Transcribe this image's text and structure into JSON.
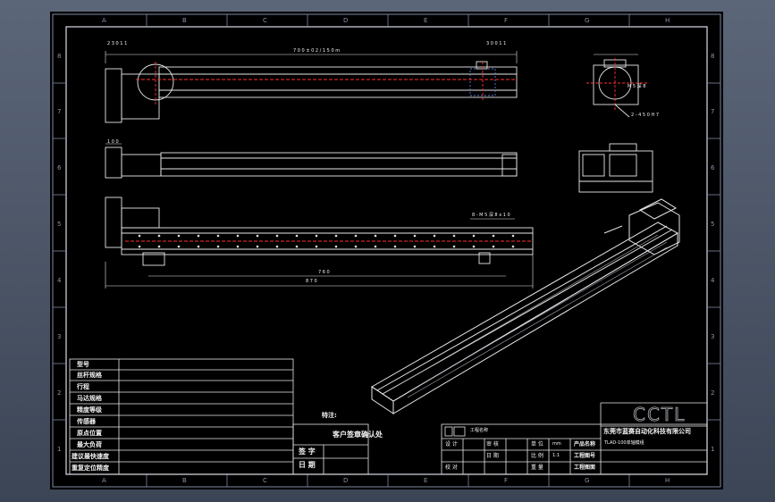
{
  "border": {
    "columns": [
      "A",
      "B",
      "C",
      "D",
      "E",
      "F",
      "G",
      "H"
    ],
    "rows": [
      "8",
      "7",
      "6",
      "5",
      "4",
      "3",
      "2",
      "1"
    ]
  },
  "param_table": [
    {
      "label": "型号",
      "value": ""
    },
    {
      "label": "丝杆规格",
      "value": ""
    },
    {
      "label": "行程",
      "value": ""
    },
    {
      "label": "马达规格",
      "value": ""
    },
    {
      "label": "精度等级",
      "value": ""
    },
    {
      "label": "传感器",
      "value": ""
    },
    {
      "label": "原点位置",
      "value": ""
    },
    {
      "label": "最大负荷",
      "value": ""
    },
    {
      "label": "建议最快速度",
      "value": ""
    },
    {
      "label": "重复定位精度",
      "value": ""
    }
  ],
  "notes_label": "特注:",
  "customer": {
    "title": "客户签章确认处",
    "sign_label": "签 字",
    "date_label": "日 期"
  },
  "title_block": {
    "project_label": "工程名称",
    "design_label": "设 计",
    "check_label": "校 对",
    "review_label": "审 核",
    "date_label": "日 期",
    "unit_label": "单 位",
    "scale_label": "比 例",
    "weight_label": "重 量",
    "unit_value": "mm",
    "scale_value": "1:1",
    "product_name_label": "产品名称",
    "drawing_no_label": "工程图号",
    "drawing_no_label_2": "工程图面",
    "company": "东莞市蓝赛自动化科技有限公司",
    "product_name": "TLAD-100单轴模组",
    "logo": "CCTL"
  },
  "dims": {
    "overall_top": "7 0 0 ± 0 2 / 1 5 0 m",
    "left_dim_top": "2 3 0 1 1",
    "right_dim_top": "3 0 0 1 1",
    "bottom_dim": "8 7 0",
    "bottom_dim_2": "7 6 0",
    "right_note": "8 - M 5 深 8 x 1 0",
    "end_note": "M 5 深 8",
    "end_note_2": "2 - 4 5 0 H 7",
    "side_dim": "1 0 0"
  }
}
